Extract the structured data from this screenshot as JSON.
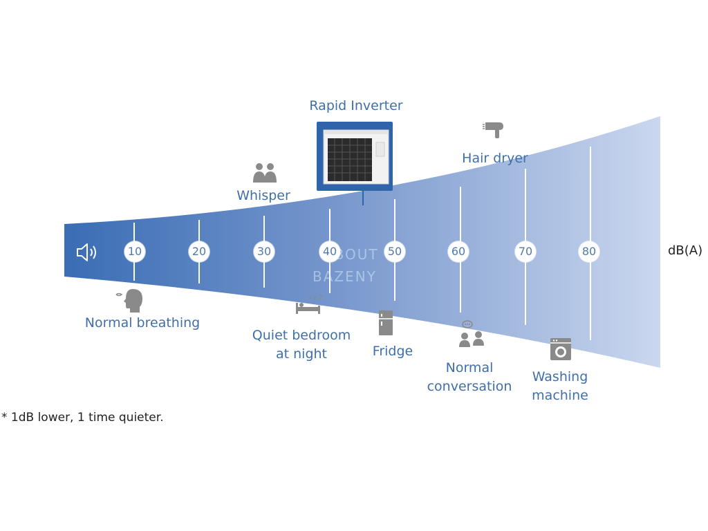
{
  "title": "Rapid Inverter",
  "unit": "dB(A)",
  "footnote": "*  1dB lower, 1 time quieter.",
  "scale": [
    10,
    20,
    30,
    40,
    50,
    60,
    70,
    80
  ],
  "labels": {
    "normal_breathing": "Normal breathing",
    "whisper": "Whisper",
    "quiet_bedroom": [
      "Quiet bedroom",
      "at night"
    ],
    "fridge": "Fridge",
    "hair_dryer": "Hair dryer",
    "normal_conversation": [
      "Normal",
      "conversation"
    ],
    "washing_machine": [
      "Washing",
      "machine"
    ]
  },
  "watermark": [
    "ABOUT",
    "BAZENY"
  ],
  "colors": {
    "band_start": "#3a6db5",
    "band_end": "#cad7ee",
    "label": "#3f6fa8",
    "tick_text": "#4f79b0"
  }
}
